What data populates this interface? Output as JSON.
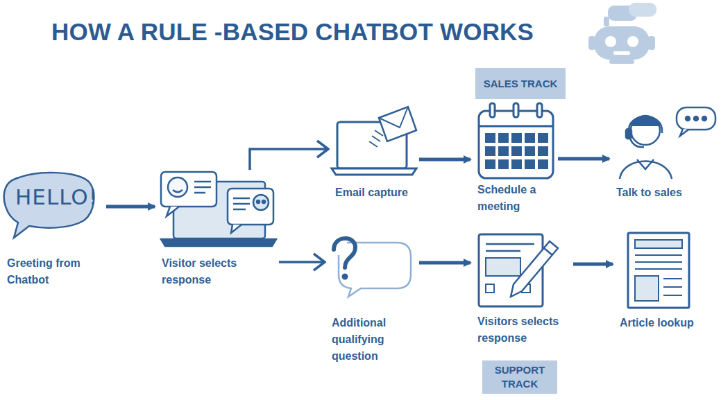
{
  "diagram": {
    "title": "HOW A RULE -BASED CHATBOT WORKS",
    "nodes": [
      {
        "text": [
          "HELLO!",
          "Greeting from Chatbot"
        ]
      },
      {
        "text": [
          "Visitor selects response"
        ]
      },
      {
        "text": [
          "Email capture"
        ]
      },
      {
        "text": [
          "SALES TRACK"
        ]
      },
      {
        "text": [
          "Schedule a meeting"
        ]
      },
      {
        "text": [
          "Talk to sales"
        ]
      },
      {
        "text": [
          "Additional qualifying question"
        ]
      },
      {
        "text": [
          "Visitors selects response"
        ]
      },
      {
        "text": [
          "Article lookup"
        ]
      },
      {
        "text": [
          "SUPPORT TRACK"
        ]
      }
    ],
    "edges": [
      {
        "from": 0,
        "to": 1,
        "arrow": "to"
      },
      {
        "from": 1,
        "to": 2,
        "arrow": "to"
      },
      {
        "from": 1,
        "to": 6,
        "arrow": "to"
      },
      {
        "from": 2,
        "to": 4,
        "arrow": "to"
      },
      {
        "from": 4,
        "to": 5,
        "arrow": "to"
      },
      {
        "from": 6,
        "to": 7,
        "arrow": "to"
      },
      {
        "from": 7,
        "to": 8,
        "arrow": "to"
      }
    ]
  }
}
